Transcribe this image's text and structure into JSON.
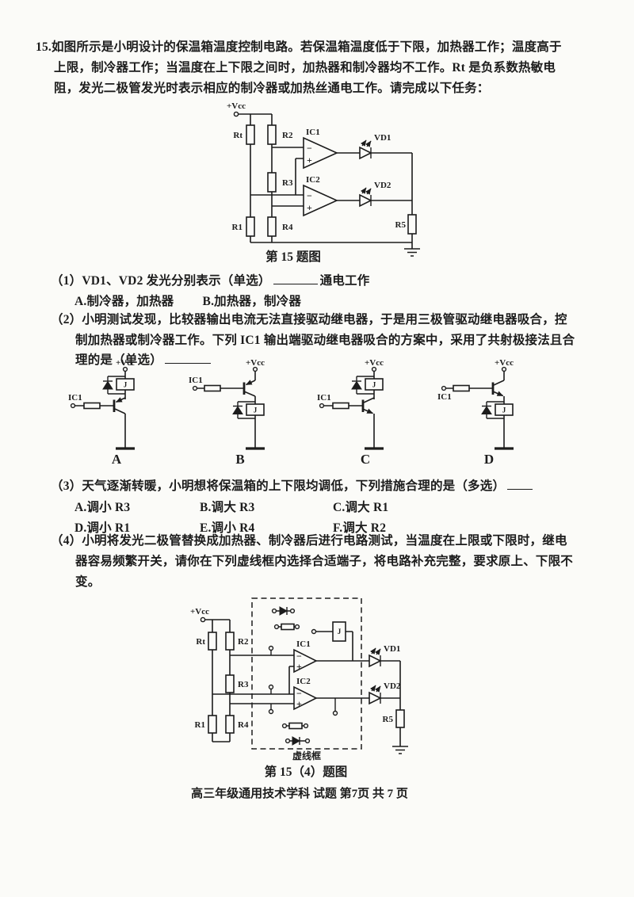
{
  "document": {
    "footer": "高三年级通用技术学科 试题 第7页 共 7 页"
  },
  "question15": {
    "stem": "15.如图所示是小明设计的保温箱温度控制电路。若保温箱温度低于下限，加热器工作；温度高于上限，制冷器工作；当温度在上下限之间时，加热器和制冷器均不工作。Rt 是负系数热敏电阻，发光二极管发光时表示相应的制冷器或加热丝通电工作。请完成以下任务：",
    "figure1_caption": "第 15 题图",
    "part1": {
      "prompt": "（1）VD1、VD2 发光分别表示（单选）",
      "prompt_suffix": "通电工作",
      "options": [
        "A.制冷器，加热器",
        "B.加热器，制冷器"
      ]
    },
    "part2": {
      "prompt": "（2）小明测试发现，比较器输出电流无法直接驱动继电器，于是用三极管驱动继电器吸合，控制加热器或制冷器工作。下列 IC1 输出端驱动继电器吸合的方案中，采用了共射极接法且合理的是（单选）",
      "option_labels": [
        "A",
        "B",
        "C",
        "D"
      ]
    },
    "part3": {
      "prompt": "（3）天气逐渐转暖，小明想将保温箱的上下限均调低，下列措施合理的是（多选）",
      "options": [
        "A.调小 R3",
        "B.调大 R3",
        "C.调大 R1",
        "D.调小 R1",
        "E.调小 R4",
        "F.调大 R2"
      ]
    },
    "part4": {
      "prompt": "（4）小明将发光二极管替换成加热器、制冷器后进行电路测试，当温度在上限或下限时，继电器容易频繁开关，请你在下列虚线框内选择合适端子，将电路补充完整，要求原上、下限不变。",
      "figure2_caption": "第 15（4）题图",
      "dashed_box_label": "虚线框"
    }
  },
  "schematic_labels": {
    "vcc": "+Vcc",
    "rt": "Rt",
    "r1": "R1",
    "r2": "R2",
    "r3": "R3",
    "r4": "R4",
    "r5": "R5",
    "ic1": "IC1",
    "ic2": "IC2",
    "vd1": "VD1",
    "vd2": "VD2",
    "relay": "J",
    "minus": "−",
    "plus": "+"
  },
  "colors": {
    "ink": "#1c1c1c",
    "paper": "#fbfbf8"
  }
}
